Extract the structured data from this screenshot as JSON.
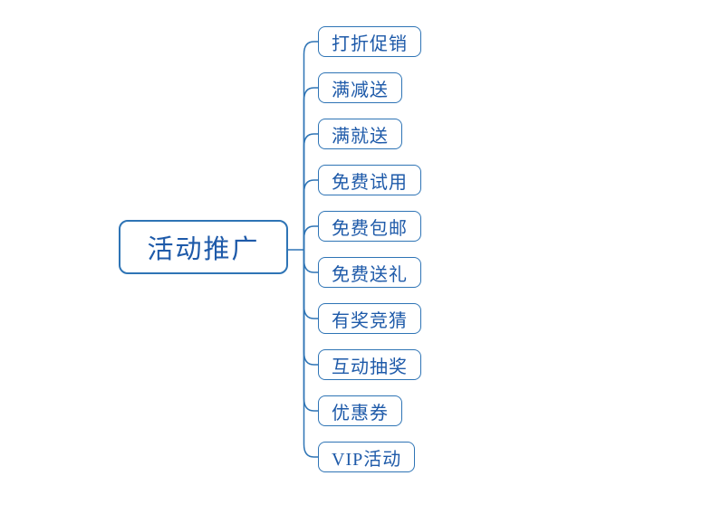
{
  "diagram": {
    "type": "mindmap",
    "root": {
      "label": "活动推广"
    },
    "children": [
      {
        "label": "打折促销"
      },
      {
        "label": "满减送"
      },
      {
        "label": "满就送"
      },
      {
        "label": "免费试用"
      },
      {
        "label": "免费包邮"
      },
      {
        "label": "免费送礼"
      },
      {
        "label": "有奖竞猜"
      },
      {
        "label": "互动抽奖"
      },
      {
        "label": "优惠券"
      },
      {
        "label": "VIP活动"
      }
    ],
    "colors": {
      "line": "#2E74B5",
      "text": "#1E5AA9",
      "node_fill": "#FFFFFF",
      "background": "#FFFFFF"
    }
  }
}
